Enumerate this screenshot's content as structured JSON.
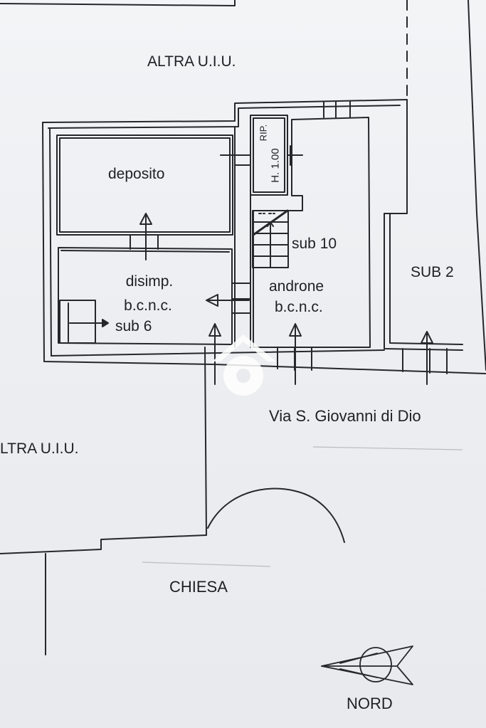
{
  "labels": {
    "altra_top": "ALTRA U.I.U.",
    "altra_left": "LTRA U.I.U.",
    "deposito": "deposito",
    "rip": "RIP.",
    "h_value": "H. 1.00",
    "sub10": "sub 10",
    "sub2": "SUB 2",
    "disimp": "disimp.",
    "bcnc_1": "b.c.n.c.",
    "sub6": "sub 6",
    "androne": "androne",
    "bcnc_2": "b.c.n.c.",
    "street": "Via S. Giovanni di Dio",
    "chiesa": "CHIESA",
    "nord": "NORD"
  },
  "colors": {
    "line": "#26272b",
    "paper": "#eef0f3",
    "watermark": "#ffffff"
  },
  "icons": {
    "watermark": "house-logo-icon",
    "north": "north-arrow-icon"
  }
}
